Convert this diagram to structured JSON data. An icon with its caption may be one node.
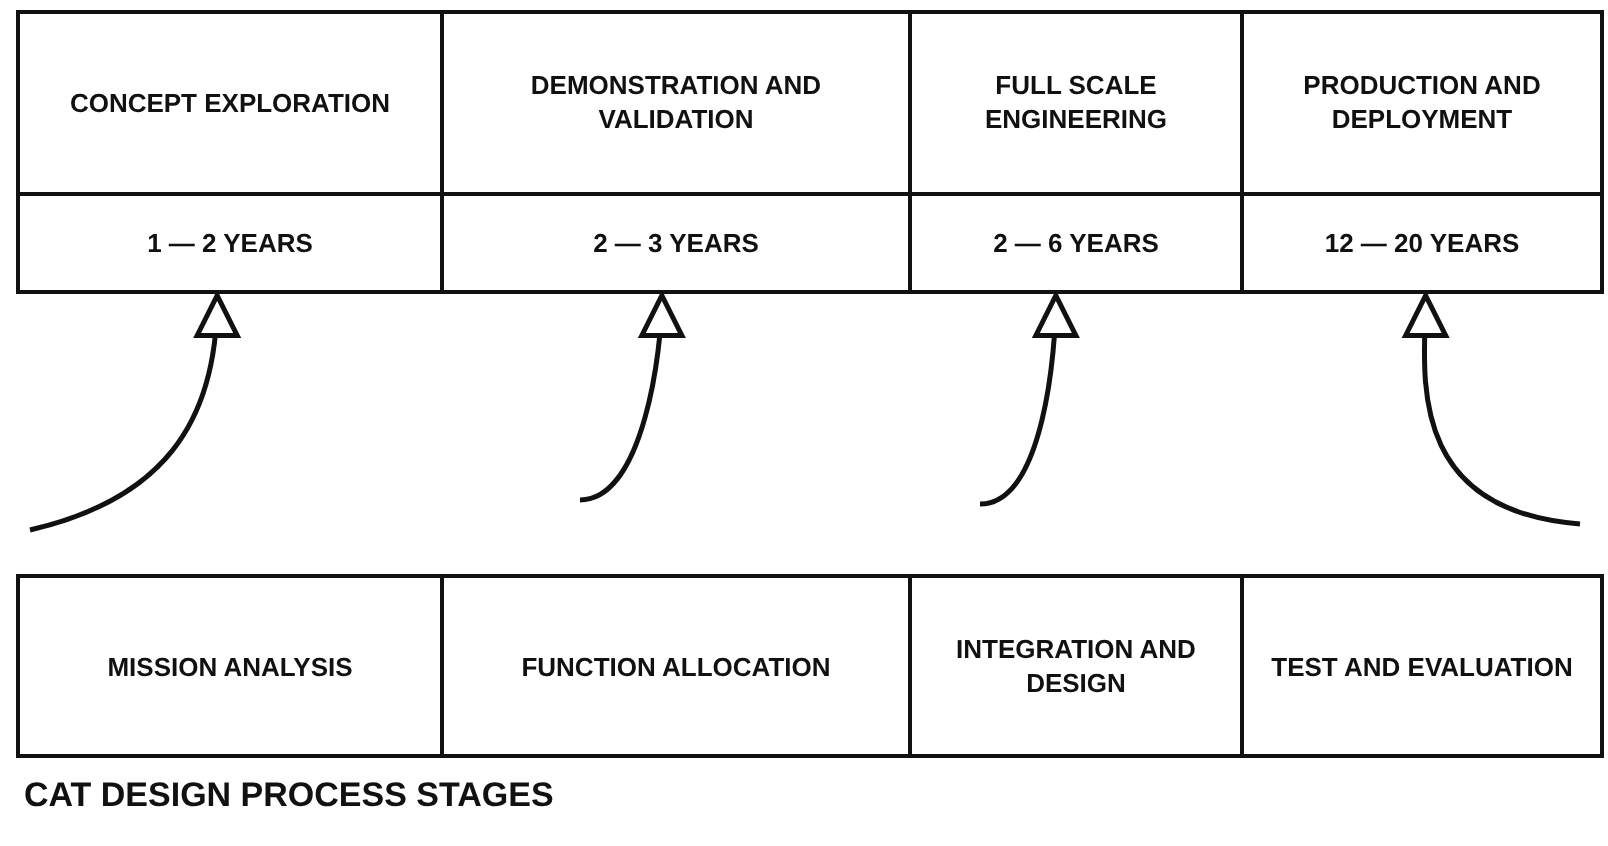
{
  "diagram": {
    "caption": "CAT DESIGN PROCESS STAGES",
    "nodes": [
      {
        "text": [
          "CONCEPT EXPLORATION",
          "1 — 2 YEARS"
        ]
      },
      {
        "text": [
          "DEMONSTRATION AND VALIDATION",
          "2 — 3 YEARS"
        ]
      },
      {
        "text": [
          "FULL SCALE ENGINEERING",
          "2 — 6 YEARS"
        ]
      },
      {
        "text": [
          "PRODUCTION AND DEPLOYMENT",
          "12 — 20 YEARS"
        ]
      },
      {
        "text": [
          "MISSION ANALYSIS"
        ]
      },
      {
        "text": [
          "FUNCTION ALLOCATION"
        ]
      },
      {
        "text": [
          "INTEGRATION AND DESIGN"
        ]
      },
      {
        "text": [
          "TEST AND EVALUATION"
        ]
      }
    ],
    "edges": [
      {
        "from": null,
        "to": 0,
        "arrow": "to"
      },
      {
        "from": null,
        "to": 1,
        "arrow": "to"
      },
      {
        "from": null,
        "to": 2,
        "arrow": "to"
      },
      {
        "from": null,
        "to": 3,
        "arrow": "to"
      }
    ]
  }
}
